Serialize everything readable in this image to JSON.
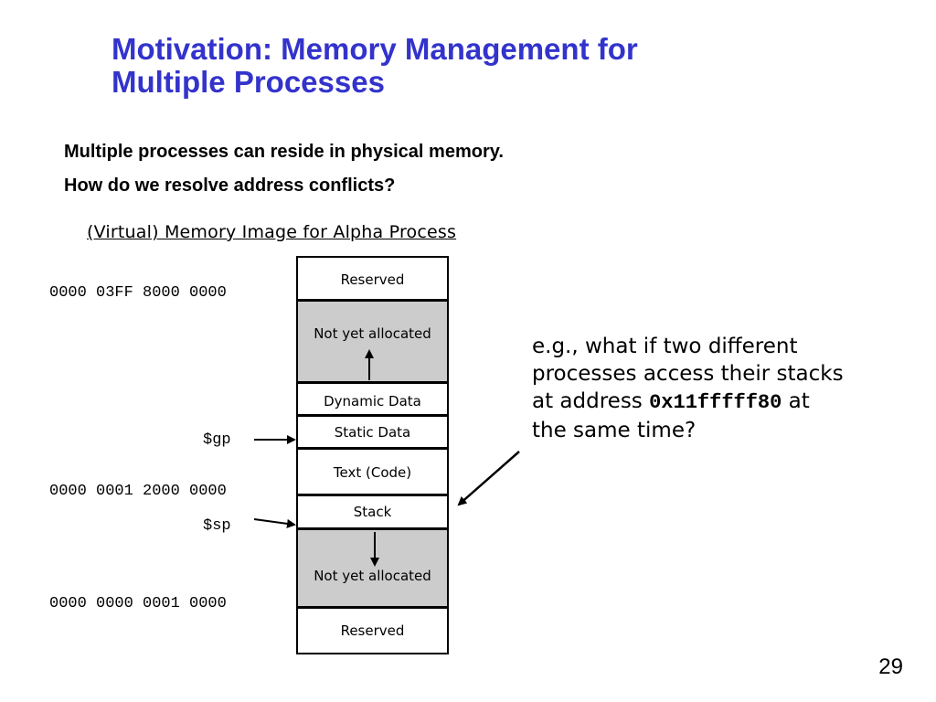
{
  "title": {
    "line1": "Motivation: Memory Management for",
    "line2": "Multiple Processes"
  },
  "bullets": [
    "Multiple processes can reside in physical memory.",
    "How do we resolve address conflicts?"
  ],
  "subheading": "(Virtual) Memory Image for Alpha Process",
  "segments": [
    "Reserved",
    "Not yet allocated",
    "Dynamic Data",
    "Static Data",
    "Text (Code)",
    "Stack",
    "Not yet allocated",
    "Reserved"
  ],
  "addresses": {
    "top": "0000 03FF 8000 0000",
    "text": "0000 0001 2000 0000",
    "bottom": "0000 0000 0001 0000"
  },
  "registers": {
    "gp": "$gp",
    "sp": "$sp"
  },
  "annotation": {
    "line1": "e.g., what if two different",
    "line2": "processes access their stacks",
    "line3_prefix": "at address ",
    "line3_code": "0x11fffff80",
    "line3_suffix": " at",
    "line4": "the same time?"
  },
  "page_number": "29",
  "colors": {
    "title": "#3333cc",
    "unallocated_fill": "#cccccc"
  }
}
